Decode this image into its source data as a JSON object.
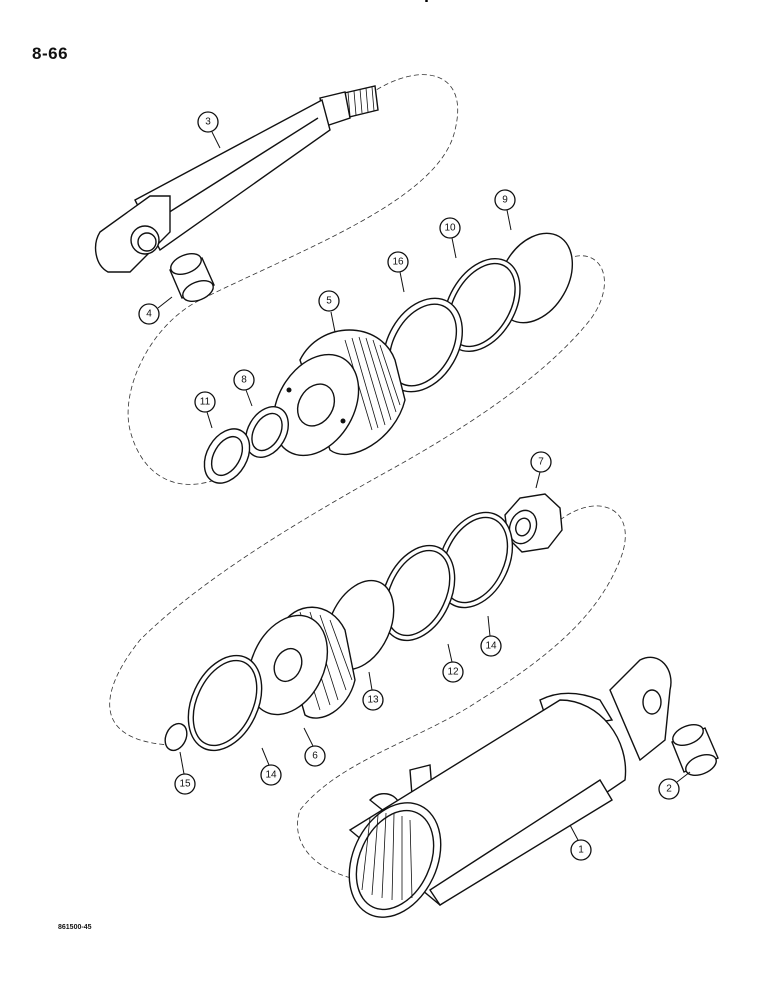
{
  "page": {
    "page_number": "8-66",
    "figure_code": "861500-45",
    "top_cropped_fragment": "p"
  },
  "callouts": [
    {
      "id": "callout-1",
      "label": "1"
    },
    {
      "id": "callout-2",
      "label": "2"
    },
    {
      "id": "callout-3",
      "label": "3"
    },
    {
      "id": "callout-4",
      "label": "4"
    },
    {
      "id": "callout-5",
      "label": "5"
    },
    {
      "id": "callout-6",
      "label": "6"
    },
    {
      "id": "callout-7",
      "label": "7"
    },
    {
      "id": "callout-8",
      "label": "8"
    },
    {
      "id": "callout-9",
      "label": "9"
    },
    {
      "id": "callout-10",
      "label": "10"
    },
    {
      "id": "callout-11",
      "label": "11"
    },
    {
      "id": "callout-12",
      "label": "12"
    },
    {
      "id": "callout-13",
      "label": "13"
    },
    {
      "id": "callout-14a",
      "label": "14"
    },
    {
      "id": "callout-14b",
      "label": "14"
    },
    {
      "id": "callout-15",
      "label": "15"
    },
    {
      "id": "callout-16",
      "label": "16"
    }
  ]
}
